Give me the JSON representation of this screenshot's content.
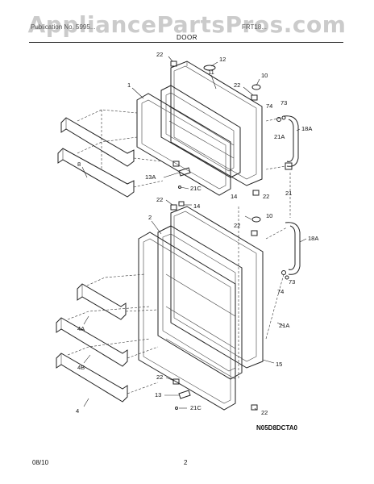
{
  "watermark": "AppliancePartsPros.com",
  "header": {
    "left": "Publication No. 5995...",
    "right": "FRT18...",
    "section": "DOOR"
  },
  "footer": {
    "date": "08/10",
    "page": "2",
    "code": "N05D8DCTA0"
  },
  "callouts": {
    "c22a": "22",
    "c12": "12",
    "c11": "11",
    "c10a": "10",
    "c22b": "22",
    "c1": "1",
    "c74a": "74",
    "c73a": "73",
    "c18a_top": "18A",
    "c21a_top": "21A",
    "c8": "8",
    "c13a": "13A",
    "c21c_a": "21C",
    "c22c": "22",
    "c14a": "14",
    "c22d": "22",
    "c21": "21",
    "c14b": "14",
    "c2": "2",
    "c22e": "22",
    "c10b": "10",
    "c18a_bot": "18A",
    "c73b": "73",
    "c74b": "74",
    "c4a": "4A",
    "c21a_bot": "21A",
    "c15": "15",
    "c4b": "4B",
    "c22f": "22",
    "c13": "13",
    "c4": "4",
    "c21c_b": "21C",
    "c22g": "22"
  }
}
